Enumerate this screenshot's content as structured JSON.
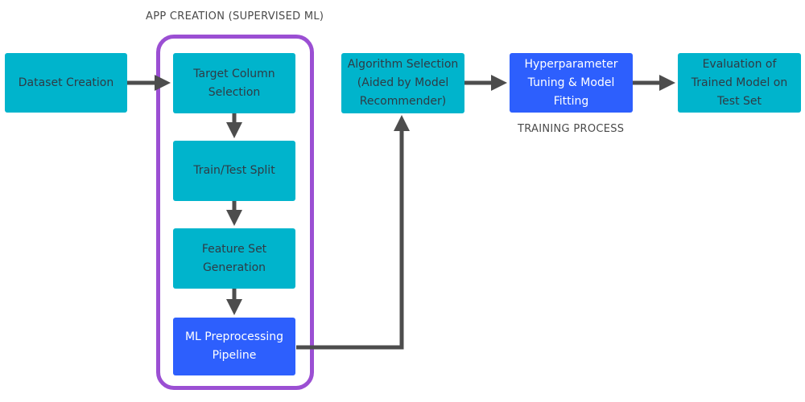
{
  "captions": {
    "app_creation": "APP CREATION (SUPERVISED ML)",
    "training_process": "TRAINING PROCESS"
  },
  "nodes": {
    "dataset_creation": "Dataset Creation",
    "target_column": "Target Column Selection",
    "train_test_split": "Train/Test Split",
    "feature_set": "Feature Set Generation",
    "ml_preprocessing": "ML Preprocessing Pipeline",
    "algorithm_selection": "Algorithm Selection (Aided by Model Recommender)",
    "hyperparameter_tuning": "Hyperparameter Tuning & Model Fitting",
    "evaluation": "Evaluation of Trained Model on Test Set"
  },
  "colors": {
    "process": "#00b4cc",
    "highlight": "#2d5ffd",
    "group_border": "#9b4fd3",
    "arrow": "#4d4d4d"
  }
}
